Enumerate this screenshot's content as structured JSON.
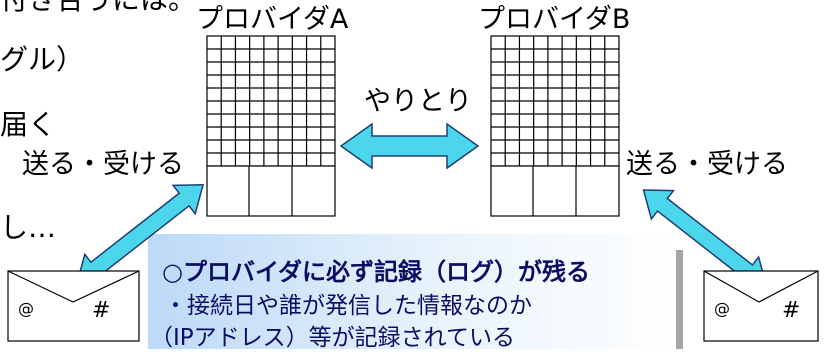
{
  "page": {
    "fragments": {
      "top": "付き合うには。",
      "left1": "グル）",
      "left2": "届く",
      "left3": "し…"
    },
    "provider_a": {
      "label": "プロバイダA"
    },
    "provider_b": {
      "label": "プロバイダB"
    },
    "exchange_label": "やりとり",
    "send_receive_left": "送る・受ける",
    "send_receive_right": "送る・受ける",
    "envelope_left": {
      "at": "@",
      "hash": "#"
    },
    "envelope_right": {
      "at": "@",
      "hash": "#"
    },
    "note": {
      "title": "○プロバイダに必ず記録（ログ）が残る",
      "line1": "・接続日や誰が発信した情報なのか",
      "line2": "（IPアドレス）等が記録されている"
    },
    "colors": {
      "arrow_fill": "#4cd6ec",
      "arrow_stroke": "#1f3f73",
      "note_bg_start": "#bcd9f6",
      "note_text": "#0d0d66"
    },
    "icons": [
      "double-arrow-icon",
      "envelope-icon",
      "building-grid-icon"
    ]
  }
}
